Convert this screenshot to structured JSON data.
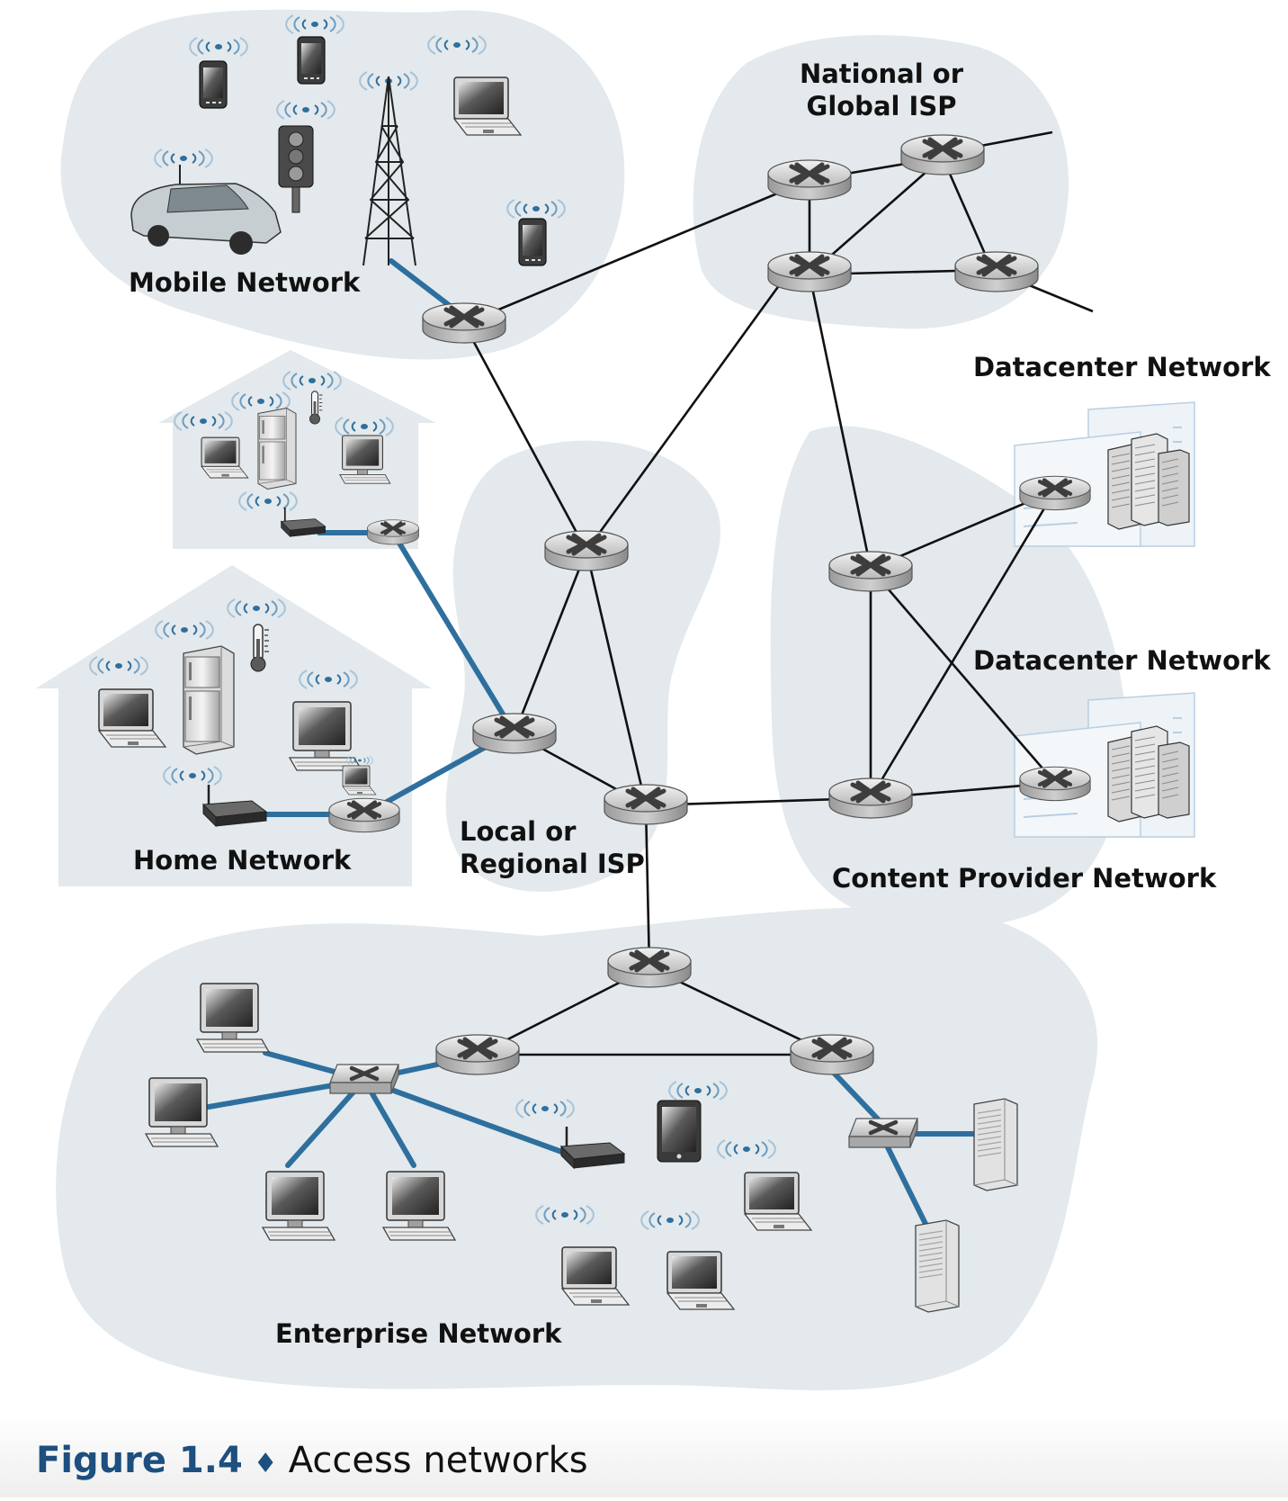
{
  "regions": {
    "mobile": "Mobile Network",
    "global_isp": [
      "National or",
      "Global ISP"
    ],
    "datacenter_top": "Datacenter Network",
    "datacenter_bottom": "Datacenter Network",
    "regional_isp": [
      "Local or",
      "Regional ISP"
    ],
    "home": "Home Network",
    "content_provider": "Content Provider Network",
    "enterprise": "Enterprise Network"
  },
  "caption": {
    "figure": "Figure 1.4",
    "separator": "♦",
    "title": "Access networks"
  },
  "colors": {
    "cloud": "#e3e9ec",
    "access_link": "#2e6f9e",
    "core_link": "#111111",
    "caption_accent": "#1d4f7f"
  }
}
